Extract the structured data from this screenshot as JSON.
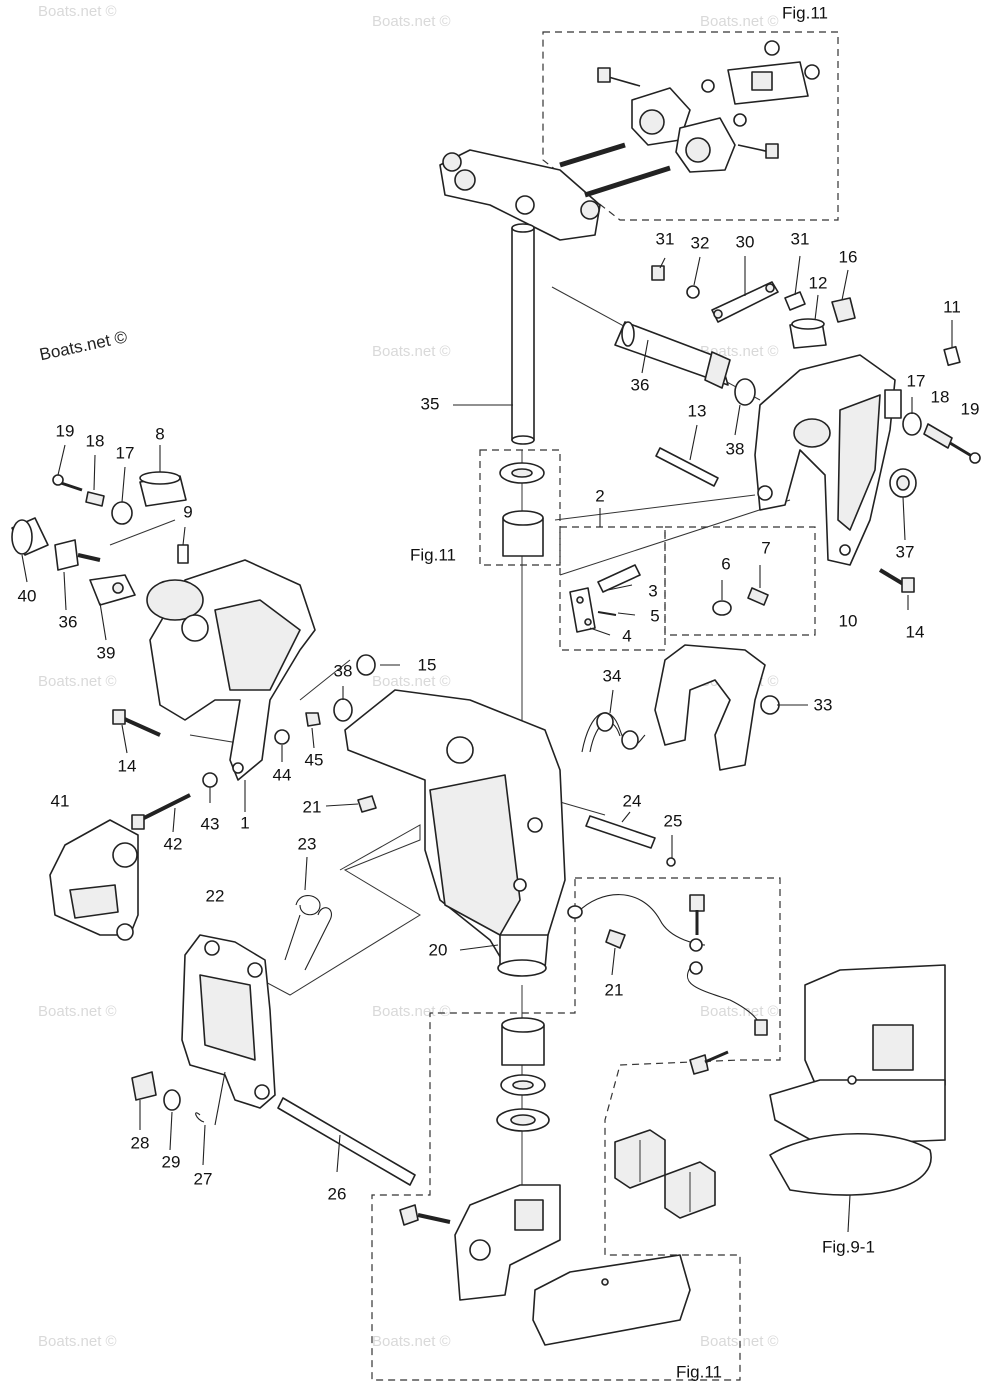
{
  "watermark": {
    "brand": "Boats.net ©",
    "faint": "Boats.net ©"
  },
  "figure_refs": {
    "top": "Fig.11",
    "left": "Fig.11",
    "bottom": "Fig.11",
    "right": "Fig.9-1"
  },
  "callouts": [
    "1",
    "2",
    "3",
    "4",
    "5",
    "6",
    "7",
    "8",
    "9",
    "10",
    "11",
    "12",
    "13",
    "14",
    "15",
    "16",
    "17",
    "18",
    "19",
    "20",
    "21",
    "22",
    "23",
    "24",
    "25",
    "26",
    "27",
    "28",
    "29",
    "30",
    "31",
    "32",
    "33",
    "34",
    "35",
    "36",
    "37",
    "38",
    "39",
    "40",
    "41",
    "42",
    "43",
    "44",
    "45"
  ],
  "colors": {
    "ink": "#222222",
    "watermark": "#d9d9d9",
    "background": "#ffffff"
  }
}
